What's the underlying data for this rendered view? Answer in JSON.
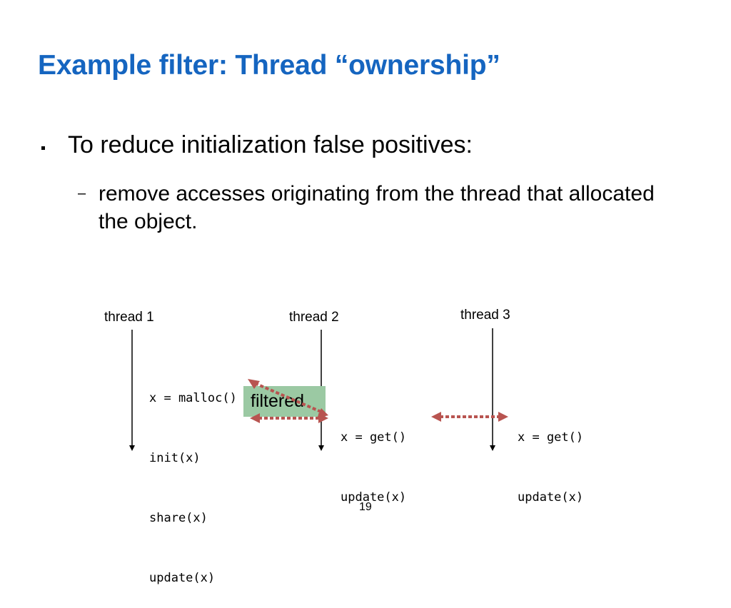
{
  "slide": {
    "title": "Example filter: Thread “ownership”",
    "title_color": "#1565c0",
    "bullet": "To reduce initialization false positives:",
    "sub_bullet_marker": "–",
    "sub_bullet": "remove accesses originating from the thread that allocated the object.",
    "page_number": "19"
  },
  "diagram": {
    "threads": [
      {
        "label": "thread 1"
      },
      {
        "label": "thread 2"
      },
      {
        "label": "thread 3"
      }
    ],
    "code": {
      "thread1": [
        "x = malloc()",
        "init(x)",
        "share(x)",
        "update(x)"
      ],
      "thread2": [
        "x = get()",
        "update(x)"
      ],
      "thread3": [
        "x = get()",
        "update(x)"
      ]
    },
    "filtered_label": "filtered",
    "filtered_color": "#9bc9a3",
    "arrow_color": "#b85450"
  }
}
